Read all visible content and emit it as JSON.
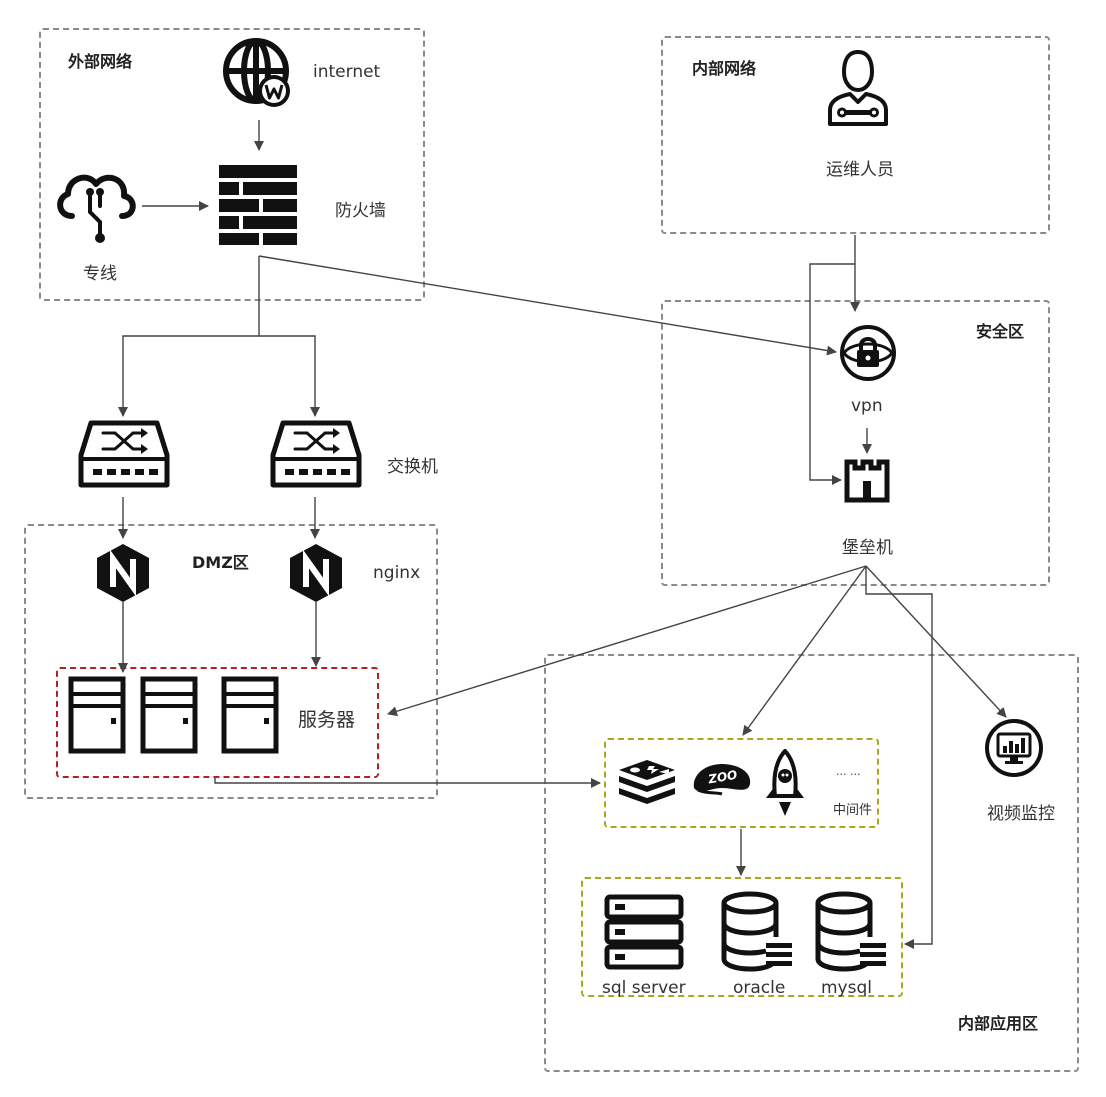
{
  "zones": {
    "external": "外部网络",
    "internal": "内部网络",
    "security": "安全区",
    "dmz": "DMZ区",
    "internal_app": "内部应用区"
  },
  "labels": {
    "internet": "internet",
    "firewall": "防火墙",
    "leased_line": "专线",
    "ops_staff": "运维人员",
    "vpn": "vpn",
    "bastion": "堡垒机",
    "switch": "交换机",
    "nginx": "nginx",
    "servers": "服务器",
    "middleware": "中间件",
    "middleware_more": "... ...",
    "video_monitor": "视频监控",
    "sql_server": "sql server",
    "oracle": "oracle",
    "mysql": "mysql"
  },
  "icons": {
    "internet": "globe-w-icon",
    "leased_line": "cloud-link-icon",
    "firewall": "brick-wall-icon",
    "ops_staff": "person-wrench-icon",
    "vpn": "lock-globe-icon",
    "bastion": "castle-tower-icon",
    "switch": "network-switch-icon",
    "nginx": "nginx-hexagon-icon",
    "server": "server-cabinet-icon",
    "redis": "redis-icon",
    "zookeeper": "zookeeper-icon",
    "rocketmq": "rocket-icon",
    "monitor": "monitor-chart-icon",
    "sql_server": "server-stack-icon",
    "database": "database-icon"
  },
  "colors": {
    "zone_border": "#8a8a8a",
    "dmz_server_border": "#b52020",
    "middleware_border": "#a8a820",
    "arrow": "#444444",
    "icon": "#111111"
  }
}
